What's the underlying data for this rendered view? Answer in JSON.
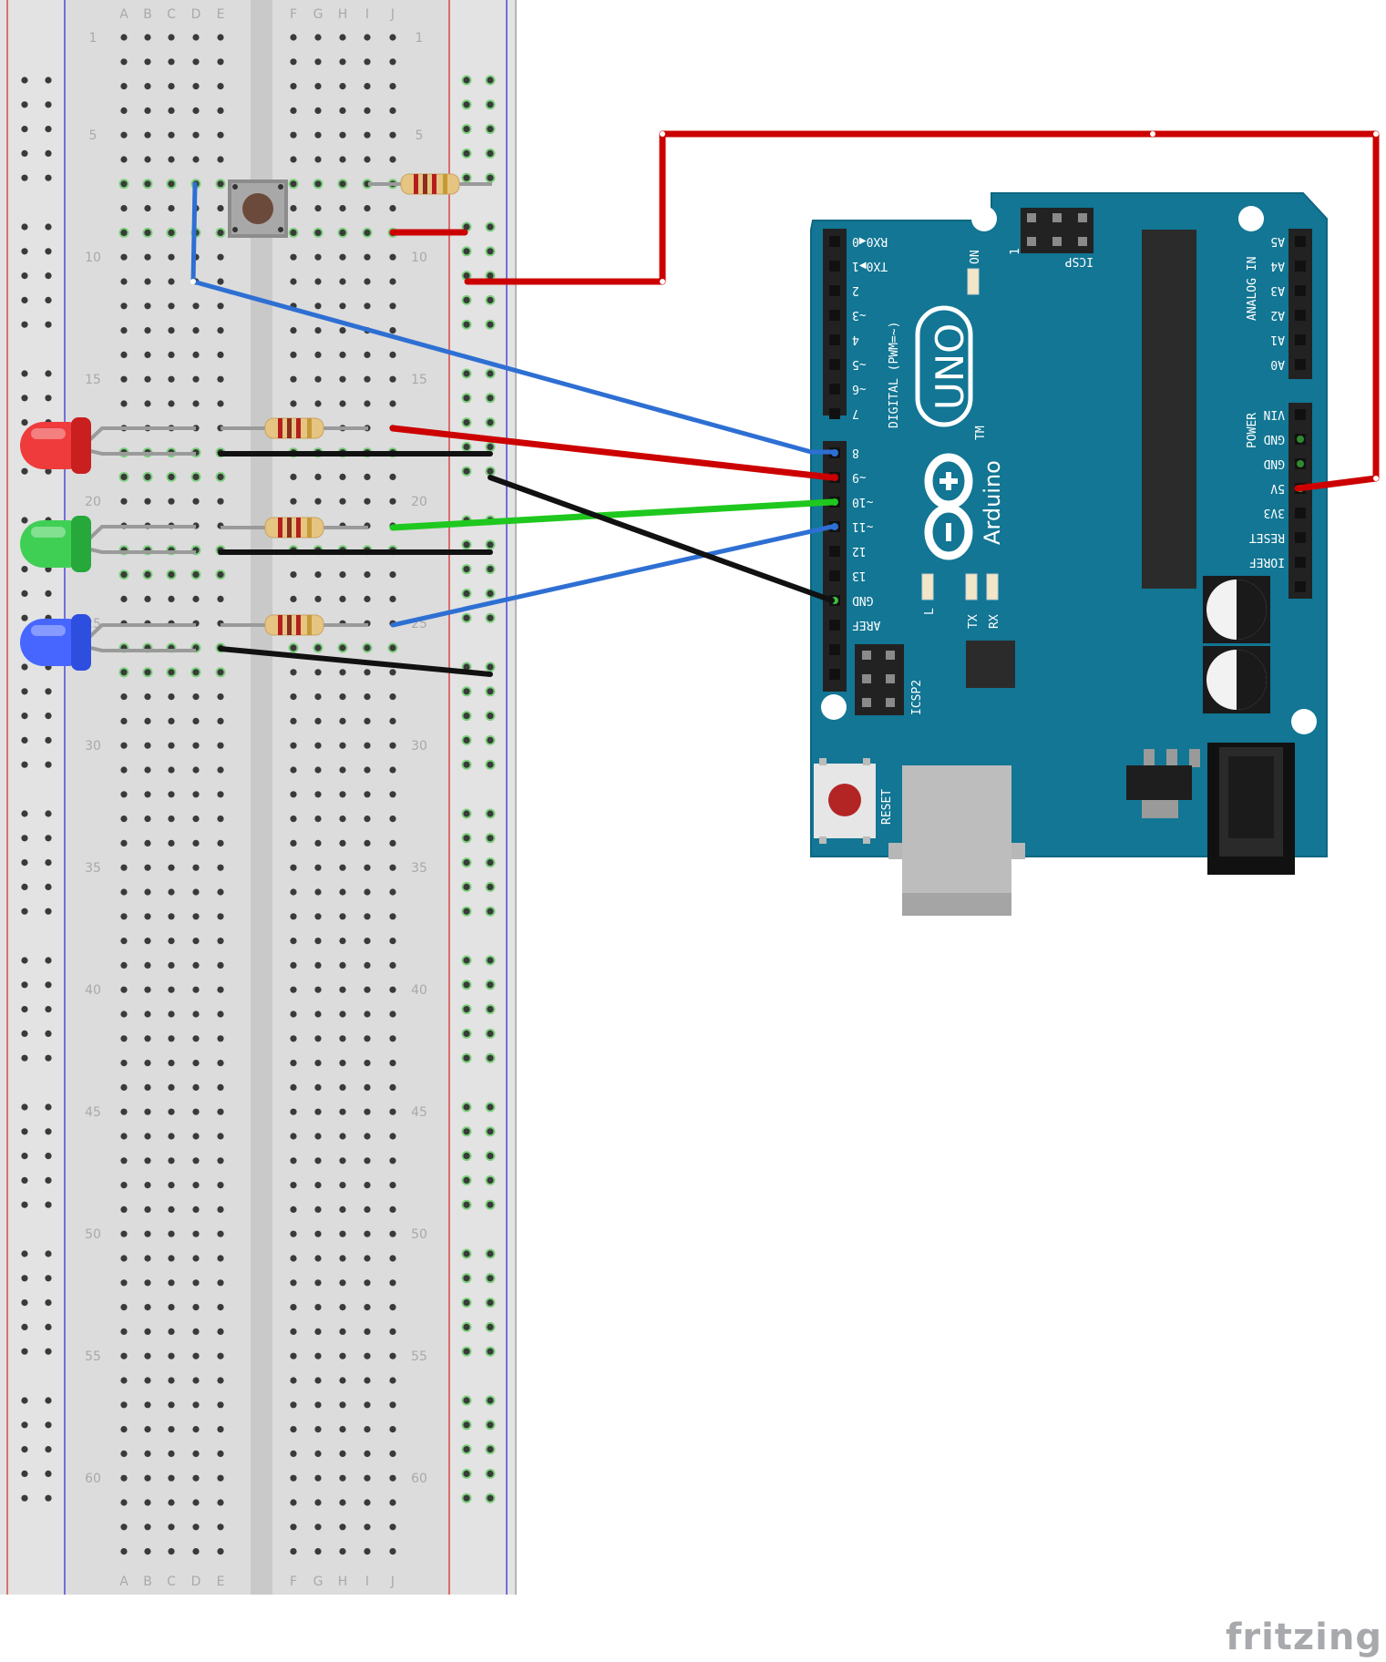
{
  "breadboard": {
    "column_letters_left": [
      "A",
      "B",
      "C",
      "D",
      "E"
    ],
    "column_letters_right": [
      "F",
      "G",
      "H",
      "I",
      "J"
    ],
    "row_markers": [
      "1",
      "5",
      "10",
      "15",
      "20",
      "25",
      "30",
      "35",
      "40",
      "45",
      "50",
      "55",
      "60"
    ]
  },
  "arduino": {
    "brand": "Arduino",
    "model": "UNO",
    "digital_pins": [
      "RX0◀0",
      "TX0▶1",
      "2",
      "~3",
      "4",
      "~5",
      "~6",
      "7",
      "8",
      "~9",
      "~10",
      "~11",
      "12",
      "13",
      "GND",
      "AREF"
    ],
    "analog_pins": [
      "A5",
      "A4",
      "A3",
      "A2",
      "A1",
      "A0"
    ],
    "power_pins": [
      "VIN",
      "GND",
      "GND",
      "5V",
      "3V3",
      "RESET",
      "IOREF"
    ],
    "labels": {
      "digital": "DIGITAL (PWM=~)",
      "analog": "ANALOG IN",
      "power": "POWER",
      "on": "ON",
      "icsp": "ICSP",
      "icsp2": "ICSP2",
      "icsp_pin1": "1",
      "reset": "RESET",
      "led_l": "L",
      "led_tx": "TX",
      "led_rx": "RX",
      "tm": "TM"
    }
  },
  "colors": {
    "board_teal": "#127694",
    "wire_red": "#cc0000",
    "wire_blue": "#2e6fd3",
    "wire_green": "#1fc81f",
    "wire_black": "#111111",
    "breadboard": "#d9d9d9"
  },
  "components": [
    "pushbutton",
    "resistor",
    "resistor",
    "resistor",
    "resistor",
    "led-red",
    "led-green",
    "led-blue"
  ],
  "footer": {
    "brand": "fritzing"
  }
}
